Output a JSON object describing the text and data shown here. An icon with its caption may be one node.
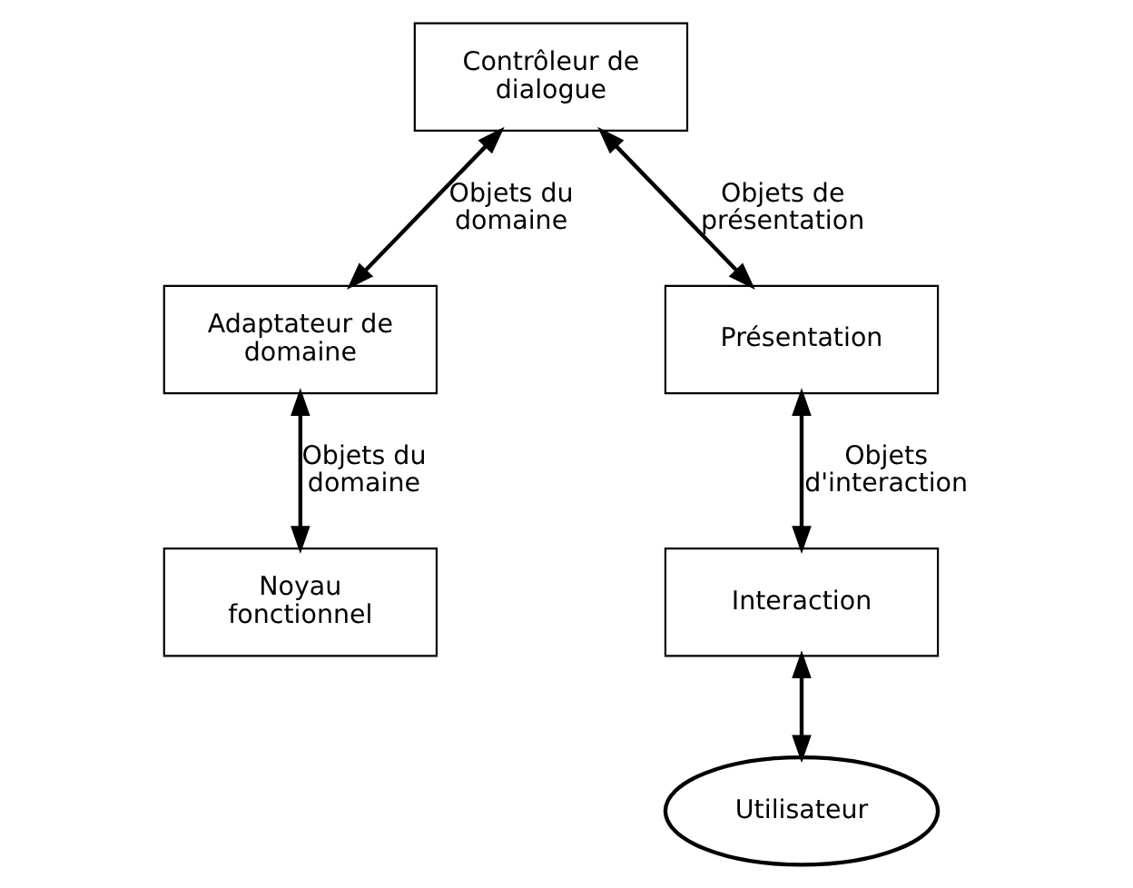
{
  "diagram": {
    "nodes": [
      {
        "text": [
          "Contrôleur de dialogue"
        ]
      },
      {
        "text": [
          "Présentation"
        ]
      },
      {
        "text": [
          "Adaptateur de domaine"
        ]
      },
      {
        "text": [
          "Interaction"
        ]
      },
      {
        "text": [
          "Noyau fonctionnel"
        ]
      },
      {
        "text": [
          "Utilisateur"
        ]
      }
    ],
    "edges": [
      {
        "from": 1,
        "to": 0,
        "arrow": "both",
        "label": "Objets de présentation"
      },
      {
        "from": 0,
        "to": 2,
        "arrow": "both",
        "label": "Objets du domaine"
      },
      {
        "from": 1,
        "to": 3,
        "arrow": "both",
        "label": "Objets d'interaction"
      },
      {
        "from": 2,
        "to": 4,
        "arrow": "both",
        "label": "Objets du domaine"
      },
      {
        "from": 3,
        "to": 5,
        "arrow": "both"
      }
    ]
  }
}
